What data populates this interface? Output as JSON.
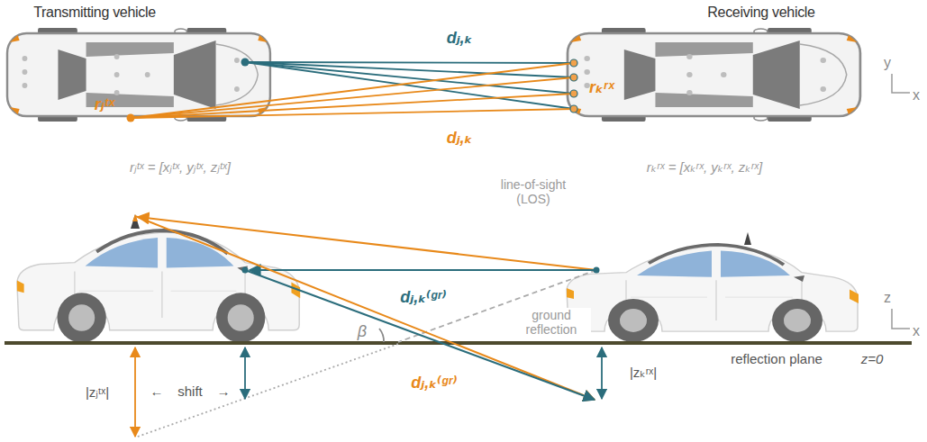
{
  "diagram": {
    "labels": [
      "Transmitting vehicle",
      "Receiving vehicle",
      "dⱼ,ₖ",
      "rⱼᵗˣ",
      "rₖʳˣ",
      "dⱼ,ₖ",
      "y",
      "x",
      "rⱼᵗˣ = [xⱼᵗˣ, yⱼᵗˣ, zⱼᵗˣ]",
      "rₖʳˣ = [xₖʳˣ, yₖʳˣ, zₖʳˣ]",
      "line-of-sight (LOS)",
      "dⱼ,ₖ⁽ᵍʳ⁾",
      "ground reflection",
      "z",
      "x",
      "β",
      "dⱼ,ₖ⁽ᵍʳ⁾",
      "reflection plane",
      "z=0",
      "|zⱼᵗˣ|",
      "←",
      "shift",
      "→",
      "|zₖʳˣ|"
    ]
  }
}
